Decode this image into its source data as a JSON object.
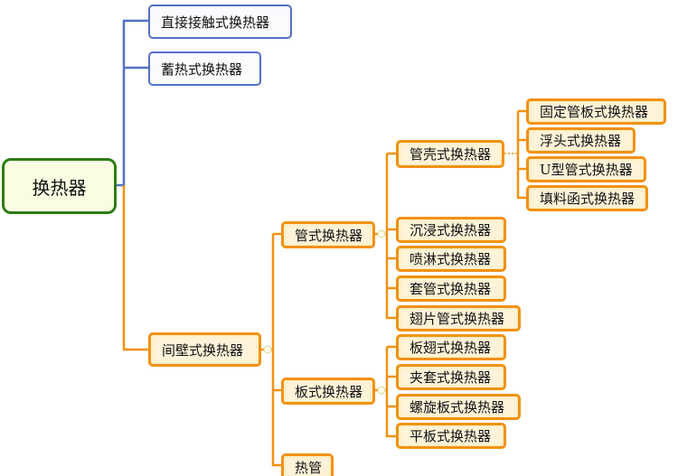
{
  "root": "换热器",
  "colors": {
    "blue": "#5470c6",
    "orange": "#f29111",
    "green": "#2f7d15"
  },
  "level1": [
    "直接接触式换热器",
    "蓄热式换热器",
    "间壁式换热器"
  ],
  "level2": [
    "管式换热器",
    "板式换热器",
    "热管"
  ],
  "tube_types": [
    "管壳式换热器",
    "沉浸式换热器",
    "喷淋式换热器",
    "套管式换热器",
    "翅片管式换热器"
  ],
  "plate_types": [
    "板翅式换热器",
    "夹套式换热器",
    "螺旋板式换热器",
    "平板式换热器"
  ],
  "shell_types": [
    "固定管板式换热器",
    "浮头式换热器",
    "U型管式换热器",
    "填料函式换热器"
  ]
}
